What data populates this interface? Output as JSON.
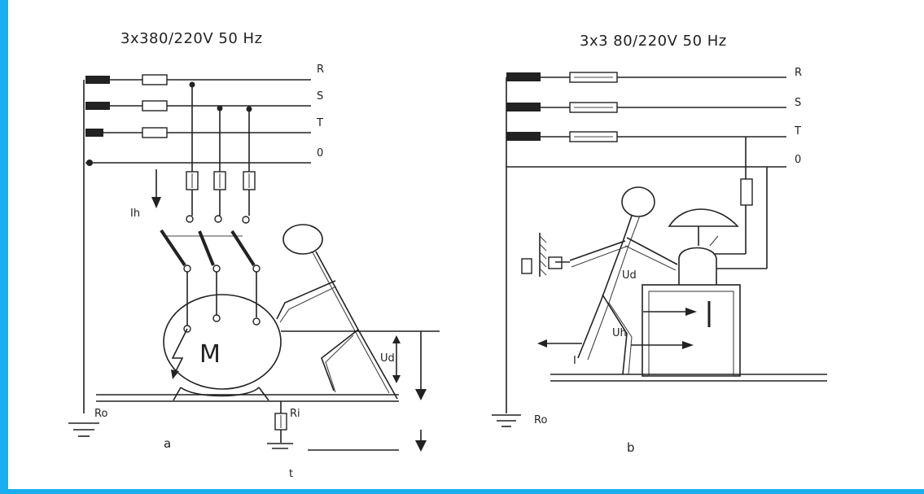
{
  "panel_a": {
    "title": "3x380/220V  50 Hz",
    "phase_labels": [
      "R",
      "S",
      "T",
      "0"
    ],
    "current_label": "Ih",
    "motor_label": "M",
    "voltage_label": "Ud",
    "earth_label_left": "Ro",
    "earth_label_right": "Ri",
    "caption": "a",
    "bottom_label": "t"
  },
  "panel_b": {
    "title": "3x3 80/220V  50 Hz",
    "phase_labels": [
      "R",
      "S",
      "T",
      "0"
    ],
    "voltage_label_touch": "Ud",
    "voltage_label_step": "Uh",
    "current_label": "I",
    "earth_label": "Ro",
    "caption": "b"
  },
  "colors": {
    "frame": "#19aef0",
    "ink": "#222222"
  }
}
